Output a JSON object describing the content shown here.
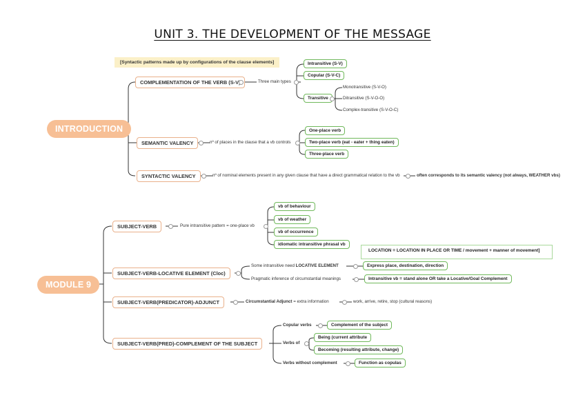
{
  "title": "UNIT 3. THE DEVELOPMENT OF THE MESSAGE",
  "introduction": {
    "label": "INTRODUCTION",
    "note": "[Syntactic patterns made up by configurations of the clause elements]",
    "complementation": {
      "label": "COMPLEMENTATION OF THE VERB (S-V)",
      "desc": "Three main types",
      "types": [
        "Intransitive (S-V)",
        "Copular (S-V-C)",
        "Transitive"
      ],
      "transitive_subtypes": [
        "Monotransitive (S-V-O)",
        "Ditransitive (S-V-O-O)",
        "Complex-transitive (S-V-O-C)"
      ]
    },
    "semantic_valency": {
      "label": "SEMANTIC VALENCY",
      "desc": "nº of places in the clause that a vb controls",
      "items": [
        "One-place verb",
        "Two-place verb (eat - eater + thing eaten)",
        "Three-place verb"
      ]
    },
    "syntactic_valency": {
      "label": "SYNTACTIC VALENCY",
      "desc": "nº of nominal elements present in any given clause that have a direct grammatical relation to the vb",
      "note": "often corresponds to its semantic valency (not always, WEATHER vbs)"
    }
  },
  "module9": {
    "label": "MODULE 9",
    "subject_verb": {
      "label": "SUBJECT-VERB",
      "desc": "Pure intransitive pattern = one-place vb",
      "items": [
        "vb of behaviour",
        "vb of weather",
        "vb of occurrence",
        "idiomatic intransitive phrasal vb"
      ]
    },
    "locative": {
      "label": "SUBJECT-VERB-LOCATIVE ELEMENT (Cloc)",
      "note": "LOCATION = LOCATION IN PLACE OR TIME / movement + manner of movement]",
      "desc1_pre": "Some intransitive need ",
      "desc1_bold": "LOCATIVE ELEMENT",
      "item1": "Express place, destination, direction",
      "desc2": "Pragmatic inference of circumstantial meanings",
      "item2": "Intransitive vb = stand alone OR take a Locative/Goal Complement"
    },
    "adjunct": {
      "label": "SUBJECT-VERB(PREDICATOR)-ADJUNCT",
      "desc_bold": "Circumstantial Adjunct",
      "desc_rest": " = extra information",
      "examples": "work, arrive, retire, stop (cultural reasons)"
    },
    "complement": {
      "label": "SUBJECT-VERB(PRED)-COMPLEMENT OF THE SUBJECT",
      "copular_label": "Copular verbs",
      "copular_item": "Complement of the subject",
      "verbs_of_label": "Verbs of",
      "verbs_of_items": [
        "Being (current attribute",
        "Becoming (resulting attribute, change)"
      ],
      "without_label": "Verbs without complement",
      "without_item": "Function as copulas"
    }
  }
}
